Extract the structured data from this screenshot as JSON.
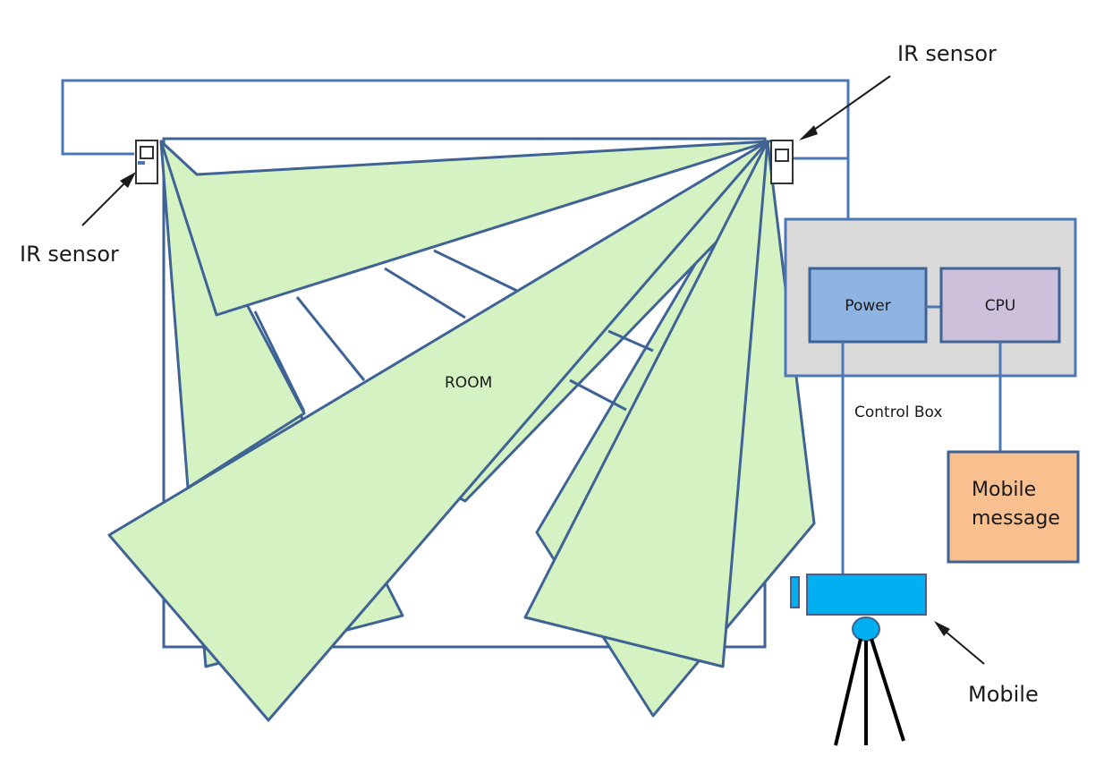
{
  "labels": {
    "ir_sensor_top_right": "IR sensor",
    "ir_sensor_left": "IR sensor",
    "room": "ROOM",
    "power": "Power",
    "cpu": "CPU",
    "control_box": "Control Box",
    "mobile_message_line1": "Mobile",
    "mobile_message_line2": "message",
    "mobile": "Mobile"
  },
  "colors": {
    "wire": "#4a78b4",
    "beam_fill": "#d4f2c2",
    "beam_stroke": "#3f6395",
    "control_box_fill": "#d9d9d9",
    "power_fill": "#8eb4e3",
    "cpu_fill": "#ccc0da",
    "mobile_message_fill": "#f9bf8f",
    "camera_fill": "#00b0f0"
  }
}
